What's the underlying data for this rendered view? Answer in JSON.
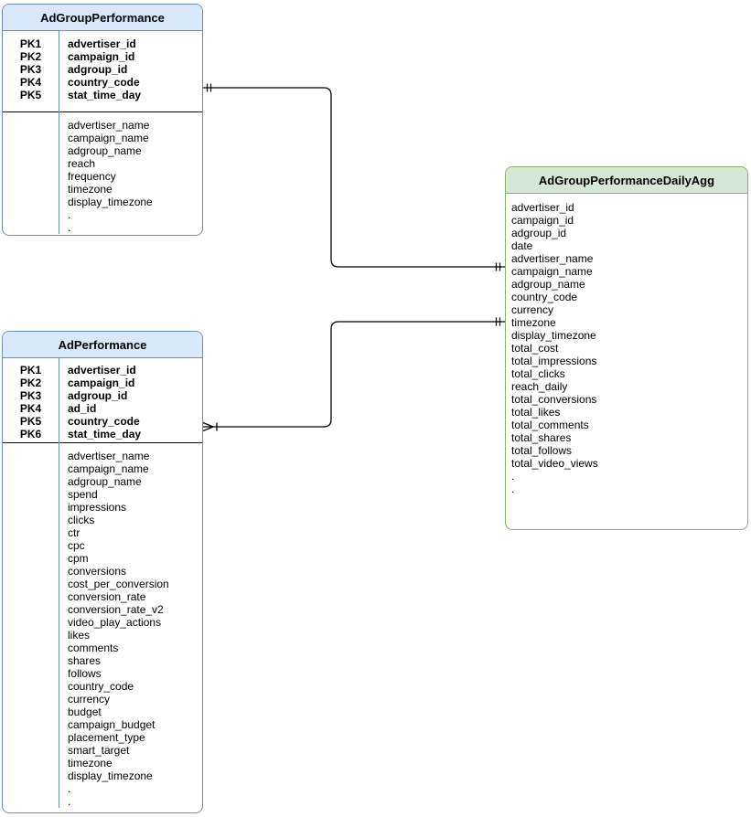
{
  "diagram_type": "er-diagram",
  "colors": {
    "blue_header_fill": "#dae8fc",
    "blue_border": "#6c8ebf",
    "green_header_fill": "#d5e8d4",
    "green_border": "#82b366",
    "line": "#000000",
    "row_separator": "#000000",
    "text": "#000000",
    "background": "#ffffff"
  },
  "entities": [
    {
      "title": "AdGroupPerformance",
      "header_fill": "#dae8fc",
      "border_color": "#6c8ebf",
      "primary_keys": [
        {
          "key": "PK1",
          "field": "advertiser_id"
        },
        {
          "key": "PK2",
          "field": "campaign_id"
        },
        {
          "key": "PK3",
          "field": "adgroup_id"
        },
        {
          "key": "PK4",
          "field": "country_code"
        },
        {
          "key": "PK5",
          "field": "stat_time_day"
        }
      ],
      "fields": [
        "advertiser_name",
        "campaign_name",
        "adgroup_name",
        "reach",
        "frequency",
        "timezone",
        "display_timezone",
        ".",
        "."
      ]
    },
    {
      "title": "AdPerformance",
      "header_fill": "#dae8fc",
      "border_color": "#6c8ebf",
      "primary_keys": [
        {
          "key": "PK1",
          "field": "advertiser_id"
        },
        {
          "key": "PK2",
          "field": "campaign_id"
        },
        {
          "key": "PK3",
          "field": "adgroup_id"
        },
        {
          "key": "PK4",
          "field": "ad_id"
        },
        {
          "key": "PK5",
          "field": "country_code"
        },
        {
          "key": "PK6",
          "field": "stat_time_day"
        }
      ],
      "fields": [
        "advertiser_name",
        "campaign_name",
        "adgroup_name",
        "spend",
        "impressions",
        "clicks",
        "ctr",
        "cpc",
        "cpm",
        "conversions",
        "cost_per_conversion",
        "conversion_rate",
        "conversion_rate_v2",
        "video_play_actions",
        "likes",
        "comments",
        "shares",
        "follows",
        "country_code",
        "currency",
        "budget",
        "campaign_budget",
        "placement_type",
        "smart_target",
        "timezone",
        "display_timezone",
        ".",
        "."
      ]
    },
    {
      "title": "AdGroupPerformanceDailyAgg",
      "header_fill": "#d5e8d4",
      "border_color": "#82b366",
      "primary_keys": [],
      "fields": [
        "advertiser_id",
        "campaign_id",
        "adgroup_id",
        "date",
        "advertiser_name",
        "campaign_name",
        "adgroup_name",
        "country_code",
        "currency",
        "timezone",
        "display_timezone",
        "total_cost",
        "total_impressions",
        "total_clicks",
        "reach_daily",
        "total_conversions",
        "total_likes",
        "total_comments",
        "total_shares",
        "total_follows",
        "total_video_views",
        ".",
        "."
      ]
    }
  ],
  "relationships": [
    {
      "from": "AdGroupPerformance",
      "from_cardinality": "one and only one",
      "to": "AdGroupPerformanceDailyAgg",
      "to_cardinality": "one and only one"
    },
    {
      "from": "AdPerformance",
      "from_cardinality": "one or many",
      "to": "AdGroupPerformanceDailyAgg",
      "to_cardinality": "one and only one"
    }
  ]
}
